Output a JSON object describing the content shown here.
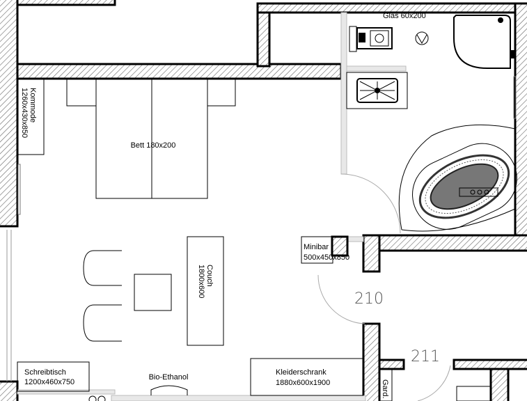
{
  "plan": {
    "rooms": [
      {
        "number": "210"
      },
      {
        "number": "211"
      }
    ],
    "furniture": {
      "bed": "Bett 180x200",
      "dresser_name": "Kommode",
      "dresser_size": "1260x430x850",
      "couch_name": "Couch",
      "couch_size": "1800x600",
      "minibar_name": "Minibar",
      "minibar_size": "500x450x850",
      "desk_name": "Schreibtisch",
      "desk_size": "1200x460x750",
      "fireplace": "Bio-Ethanol",
      "wardrobe_name": "Kleiderschrank",
      "wardrobe_size": "1880x600x1900",
      "garderobe": "Gard.",
      "glass": "Glas 60x200"
    }
  }
}
